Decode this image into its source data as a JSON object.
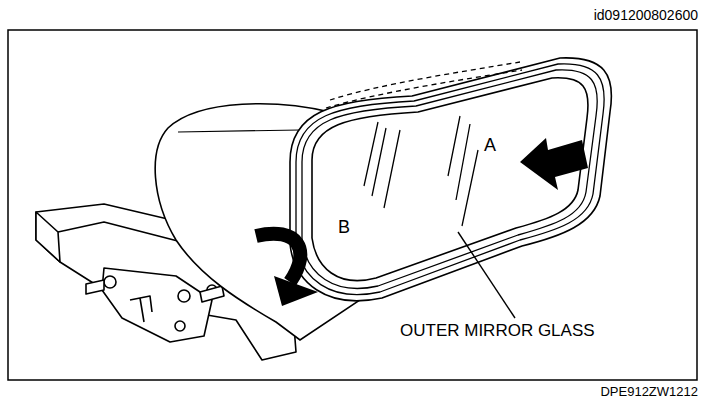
{
  "diagram": {
    "labels": [
      "id091200802600",
      "A",
      "B",
      "OUTER MIRROR GLASS",
      "DPE912ZW1212"
    ]
  }
}
